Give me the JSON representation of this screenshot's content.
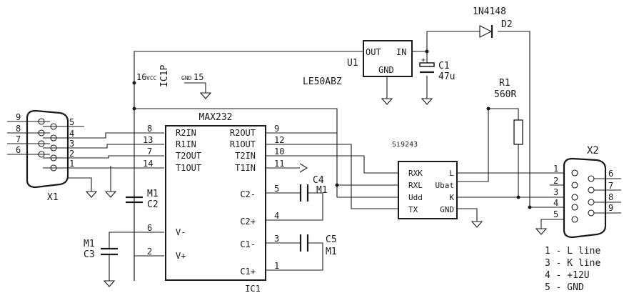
{
  "ic1": {
    "name": "MAX232",
    "ref": "IC1",
    "left_pins": [
      {
        "num": "8",
        "label": "R2IN"
      },
      {
        "num": "13",
        "label": "R1IN"
      },
      {
        "num": "7",
        "label": "T2OUT"
      },
      {
        "num": "14",
        "label": "T1OUT"
      },
      {
        "num": "6",
        "label": "V-"
      },
      {
        "num": "2",
        "label": "V+"
      }
    ],
    "right_pins": [
      {
        "num": "9",
        "label": "R2OUT"
      },
      {
        "num": "12",
        "label": "R1OUT"
      },
      {
        "num": "10",
        "label": "T2IN"
      },
      {
        "num": "11",
        "label": "T1IN"
      },
      {
        "num": "5",
        "label": "C2-"
      },
      {
        "num": "4",
        "label": "C2+"
      },
      {
        "num": "3",
        "label": "C1-"
      },
      {
        "num": "1",
        "label": "C1+"
      }
    ],
    "power_ref": "IC1P",
    "vcc_pin": "16",
    "vcc_label": "VCC",
    "gnd_pin": "15",
    "gnd_label": "GND"
  },
  "u1": {
    "ref": "U1",
    "part": "LE50ABZ",
    "out": "OUT",
    "in": "IN",
    "gnd": "GND"
  },
  "si9243": {
    "name": "Si9243",
    "left_pins": [
      "RXK",
      "RXL",
      "Udd",
      "TX"
    ],
    "right_pins": [
      "L",
      "Ubat",
      "K",
      "GND"
    ]
  },
  "diode": {
    "part": "1N4148",
    "ref": "D2"
  },
  "resistor": {
    "ref": "R1",
    "value": "560R"
  },
  "caps": {
    "c1": {
      "ref": "C1",
      "value": "47u",
      "plus": "+"
    },
    "c2": {
      "ref": "C2",
      "value": "M1"
    },
    "c3": {
      "ref": "C3",
      "value": "M1"
    },
    "c4": {
      "ref": "C4",
      "value": "M1"
    },
    "c5": {
      "ref": "C5",
      "value": "M1"
    }
  },
  "x1": {
    "ref": "X1",
    "left_pins": [
      "9",
      "8",
      "7",
      "6"
    ],
    "right_pins": [
      "5",
      "4",
      "3",
      "2",
      "1"
    ]
  },
  "x2": {
    "ref": "X2",
    "left_pins": [
      "1",
      "2",
      "3",
      "4",
      "5"
    ],
    "right_pins": [
      "6",
      "7",
      "8",
      "9"
    ]
  },
  "legend": [
    "1 - L line",
    "3 - K line",
    "4 - +12U",
    "5 - GND"
  ]
}
